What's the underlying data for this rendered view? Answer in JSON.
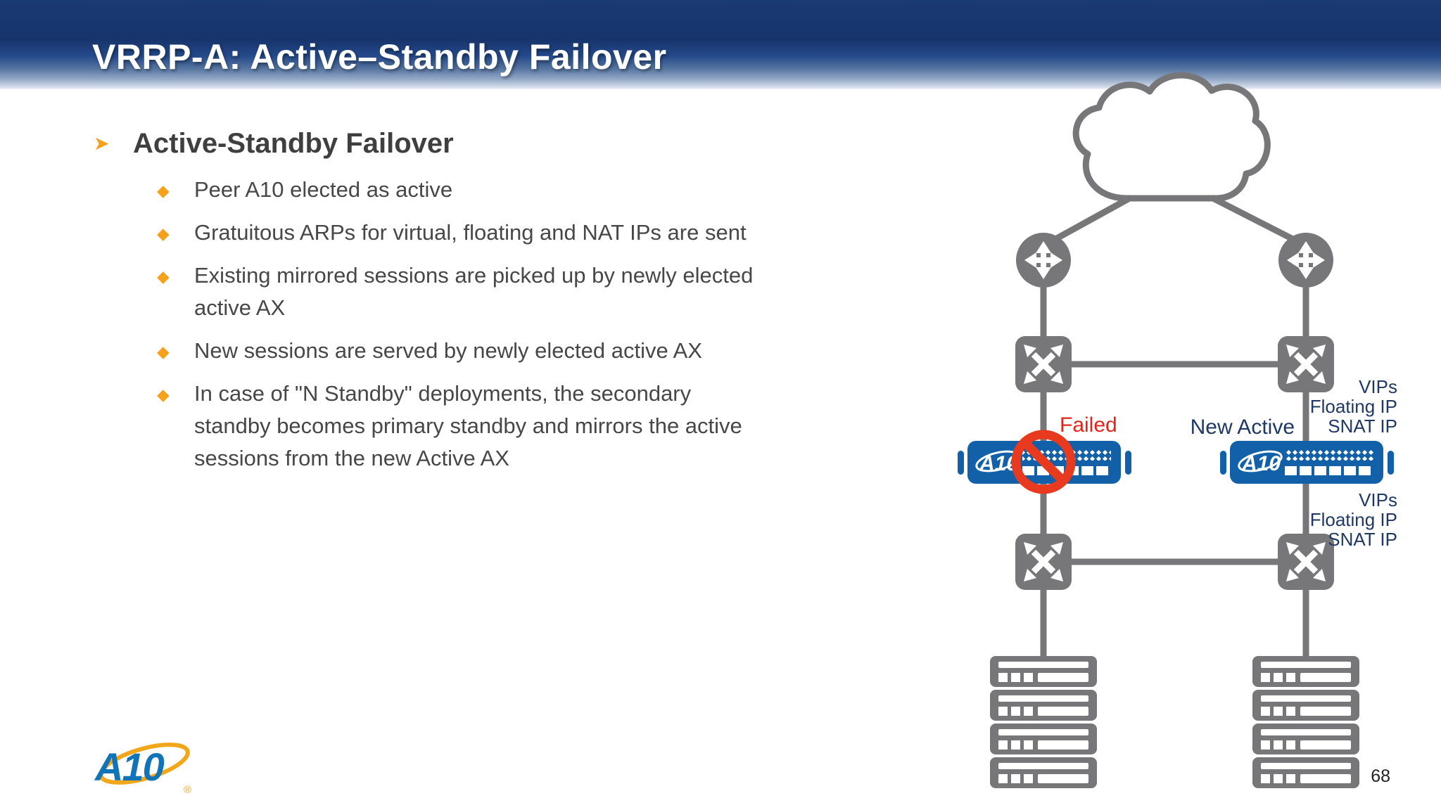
{
  "slide": {
    "title": "VRRP-A: Active–Standby Failover",
    "page_number": "68"
  },
  "content": {
    "heading": "Active-Standby Failover",
    "bullets": [
      "Peer A10 elected as active",
      "Gratuitous ARPs for virtual,  floating and NAT IPs are sent",
      "Existing mirrored sessions are picked up by newly elected active AX",
      "New sessions are served by newly elected active AX",
      "In case of \"N Standby\" deployments, the secondary standby becomes primary standby and mirrors the active sessions from the new Active AX"
    ]
  },
  "icons": {
    "heading_marker": "➤",
    "bullet_marker": "◆"
  },
  "diagram": {
    "failed_label": "Failed",
    "new_active_label": "New Active",
    "vip_labels_upper": [
      "VIPs",
      "Floating IP",
      "SNAT IP"
    ],
    "vip_labels_lower": [
      "VIPs",
      "Floating IP",
      "SNAT IP"
    ],
    "device_brand": "A10"
  },
  "footer": {
    "logo_text": "A10",
    "logo_registered": "®"
  },
  "colors": {
    "header_navy": "#1a3a74",
    "accent_orange": "#f5a11c",
    "diagram_gray": "#77777a",
    "device_blue": "#1160a8",
    "failed_red": "#e0261c",
    "prohibition_red": "#e73a1e",
    "label_navy": "#1f3864",
    "body_text": "#474747",
    "logo_blue": "#1274b8",
    "logo_gold": "#f2a71b"
  }
}
